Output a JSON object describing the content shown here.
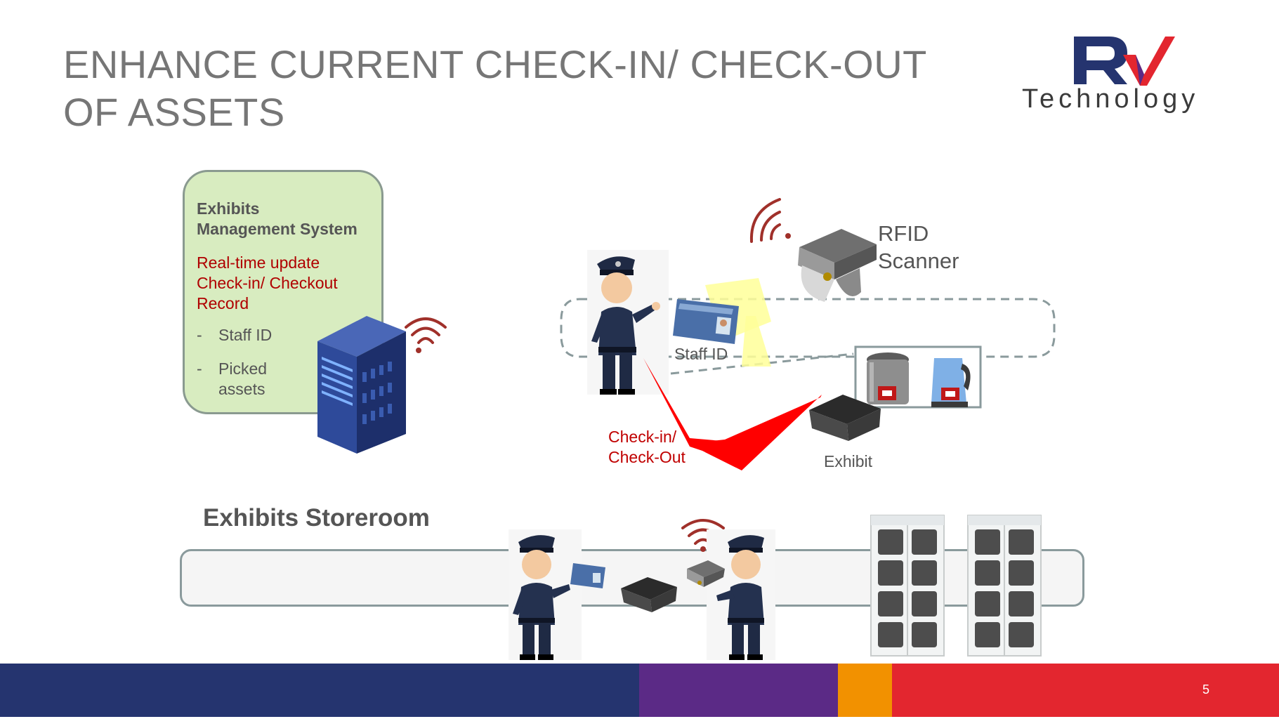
{
  "title_line1": "ENHANCE CURRENT CHECK-IN/ CHECK-OUT",
  "title_line2": "OF ASSETS",
  "logo": {
    "mark": "RV",
    "text": "Technology"
  },
  "ems": {
    "title_line1": "Exhibits",
    "title_line2": "Management  System",
    "red_line1": "Real-time  update",
    "red_line2": "Check-in/  Checkout",
    "red_line3": "Record",
    "items": [
      {
        "bullet": "-",
        "text_line1": "Staff ID",
        "text_line2": ""
      },
      {
        "bullet": "-",
        "text_line1": "Picked",
        "text_line2": "assets"
      }
    ]
  },
  "labels": {
    "rfid_line1": "RFID",
    "rfid_line2": "Scanner",
    "staff_id": "Staff ID",
    "check_line1": "Check-in/",
    "check_line2": "Check-Out",
    "exhibit": "Exhibit",
    "storeroom": "Exhibits  Storeroom"
  },
  "footer": {
    "page_number": "5",
    "colors": [
      "#25346f",
      "#5b2a86",
      "#f29100",
      "#e3262f"
    ]
  },
  "icons": [
    "server-icon",
    "wifi-icon",
    "police-officer-icon",
    "staff-id-card-icon",
    "rfid-scanner-icon",
    "pressure-cooker-icon",
    "kettle-icon",
    "exhibit-bin-icon",
    "storage-cabinet-icon",
    "lightning-arrow-icon"
  ]
}
